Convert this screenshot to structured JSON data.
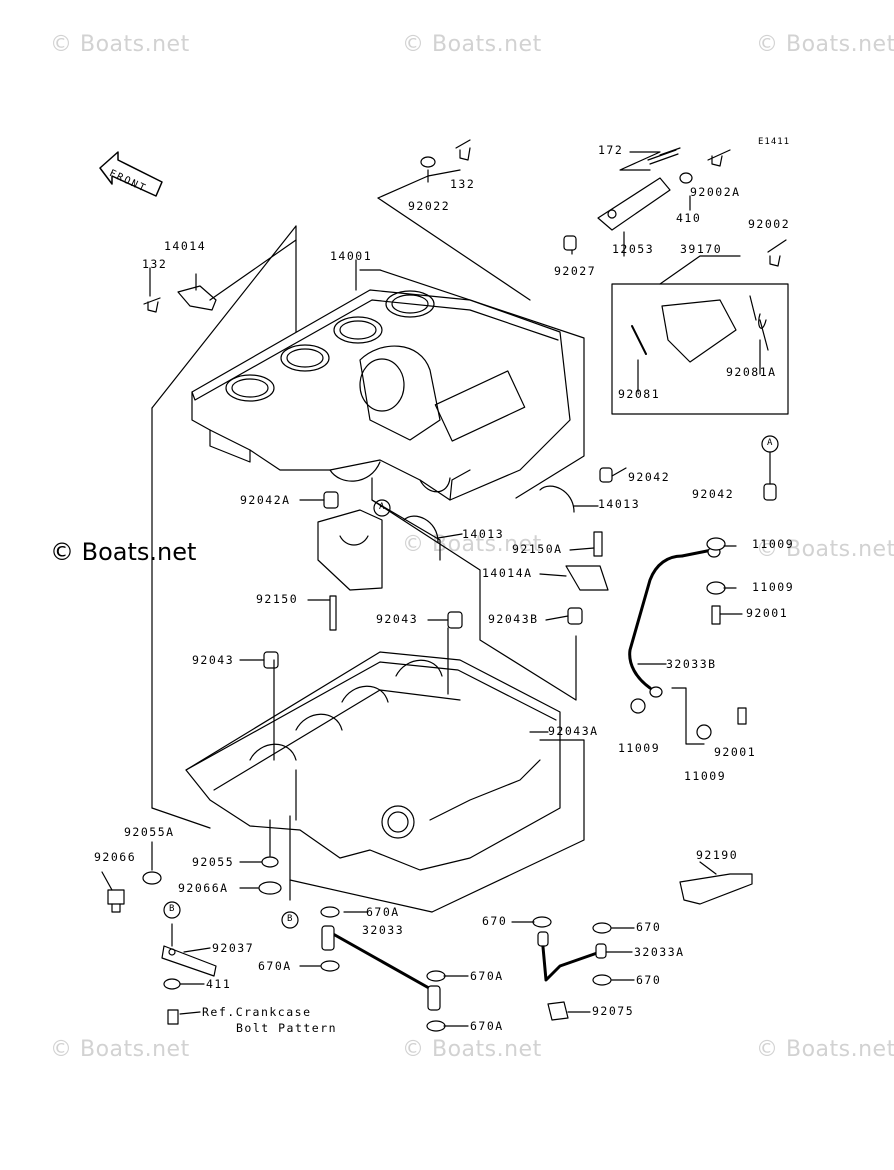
{
  "watermark": {
    "text": "© Boats.net",
    "main": "© Boats.net"
  },
  "figure_code": "E1411",
  "front_label": "FRONT",
  "labels": {
    "p172": "172",
    "p132_top": "132",
    "p92022": "92022",
    "p92002A": "92002A",
    "p410": "410",
    "p12053": "12053",
    "p92027": "92027",
    "p39170": "39170",
    "p92002": "92002",
    "p92081": "92081",
    "p92081A": "92081A",
    "p14014": "14014",
    "p132_left": "132",
    "p14001": "14001",
    "p92042_mid": "92042",
    "p92042_right": "92042",
    "p92042A": "92042A",
    "p14013_right": "14013",
    "p14013_lower": "14013",
    "p92150A": "92150A",
    "p14014A": "14014A",
    "p11009_a": "11009",
    "p11009_b": "11009",
    "p92001_a": "92001",
    "p92150": "92150",
    "p92043_a": "92043",
    "p92043B": "92043B",
    "p92043_b": "92043",
    "p32033B": "32033B",
    "p92043A": "92043A",
    "p11009_c": "11009",
    "p92001_b": "92001",
    "p11009_d": "11009",
    "p92055A": "92055A",
    "p92066": "92066",
    "p92055": "92055",
    "p92066A": "92066A",
    "p92190": "92190",
    "p670A_a": "670A",
    "p670_a": "670",
    "p670_b": "670",
    "p32033": "32033",
    "p32033A": "32033A",
    "p92037": "92037",
    "p670A_b": "670A",
    "p670A_c": "670A",
    "p670_c": "670",
    "p411": "411",
    "p92075": "92075",
    "p670A_d": "670A",
    "ref_line1": "Ref.Crankcase",
    "ref_line2": "Bolt Pattern",
    "callout_A_right": "A",
    "callout_A_mid": "A",
    "callout_B_left": "B",
    "callout_B_mid": "B"
  }
}
